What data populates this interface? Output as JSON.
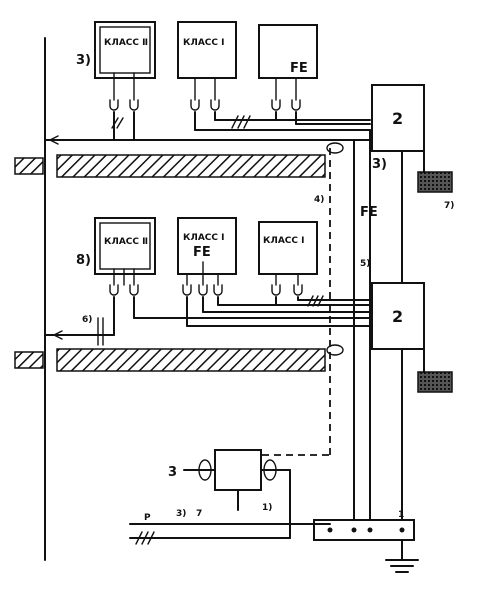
{
  "labels": {
    "class2_upper": "КЛАСС Ⅱ",
    "class1_upper": "КЛАСС Ⅰ",
    "fe_upper": "FE",
    "class2_lower": "КЛАСС Ⅱ",
    "class1_lower": "КЛАСС Ⅰ",
    "fe_lower": "FE",
    "class1_lower_right": "КЛАСС Ⅰ",
    "box2_upper": "2",
    "box2_lower": "2",
    "mark_3a": "3)",
    "mark_8": "8)",
    "mark_3b": "3)",
    "mark_4": "4)",
    "fe_vertical": "FE",
    "mark_5": "5)",
    "mark_7": "7)",
    "mark_6": "6)",
    "mark_3c": "3",
    "mark_1paren": "1)",
    "mark_3d": "3)",
    "mark_7b": "7",
    "mark_1": "1",
    "mark_p": "P"
  }
}
